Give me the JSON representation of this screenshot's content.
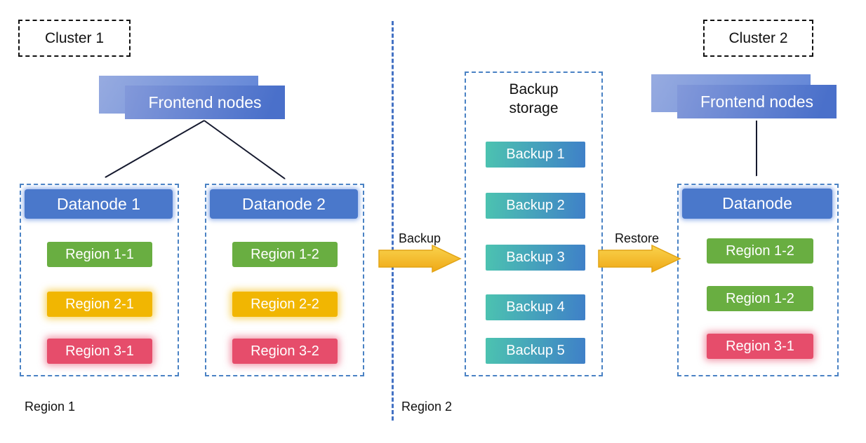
{
  "palette": {
    "node_blue": "#4a78cb",
    "dashed_border_blue": "#4a82c4",
    "divider_blue": "#4472c4",
    "frontend_blue_light": "#97abe0",
    "frontend_blue_dark": "#4a70ca",
    "region_green": "#69ae41",
    "region_yellow": "#f1b602",
    "region_red": "#e64d6b",
    "backup_teal": "#4cc3b0",
    "backup_blue": "#3f80c8",
    "arrow_gold_top": "#f9d34d",
    "arrow_gold_bottom": "#efa816"
  },
  "cluster1": {
    "label": "Cluster 1"
  },
  "cluster2": {
    "label": "Cluster 2"
  },
  "frontend_left": {
    "label": "Frontend nodes"
  },
  "frontend_right": {
    "label": "Frontend nodes"
  },
  "datanode1": {
    "title": "Datanode 1",
    "regions": [
      {
        "label": "Region 1-1",
        "color": "green"
      },
      {
        "label": "Region 2-1",
        "color": "yellow"
      },
      {
        "label": "Region 3-1",
        "color": "red"
      }
    ]
  },
  "datanode2": {
    "title": "Datanode 2",
    "regions": [
      {
        "label": "Region 1-2",
        "color": "green"
      },
      {
        "label": "Region 2-2",
        "color": "yellow"
      },
      {
        "label": "Region 3-2",
        "color": "red"
      }
    ]
  },
  "backup_storage": {
    "title": "Backup storage",
    "items": [
      "Backup 1",
      "Backup 2",
      "Backup 3",
      "Backup 4",
      "Backup 5"
    ]
  },
  "datanode_cluster2": {
    "title": "Datanode",
    "regions": [
      {
        "label": "Region 1-2",
        "color": "green"
      },
      {
        "label": "Region 1-2",
        "color": "green"
      },
      {
        "label": "Region 3-1",
        "color": "red"
      }
    ]
  },
  "flows": {
    "backup_label": "Backup",
    "restore_label": "Restore"
  },
  "footers": {
    "region1": "Region 1",
    "region2": "Region 2"
  }
}
